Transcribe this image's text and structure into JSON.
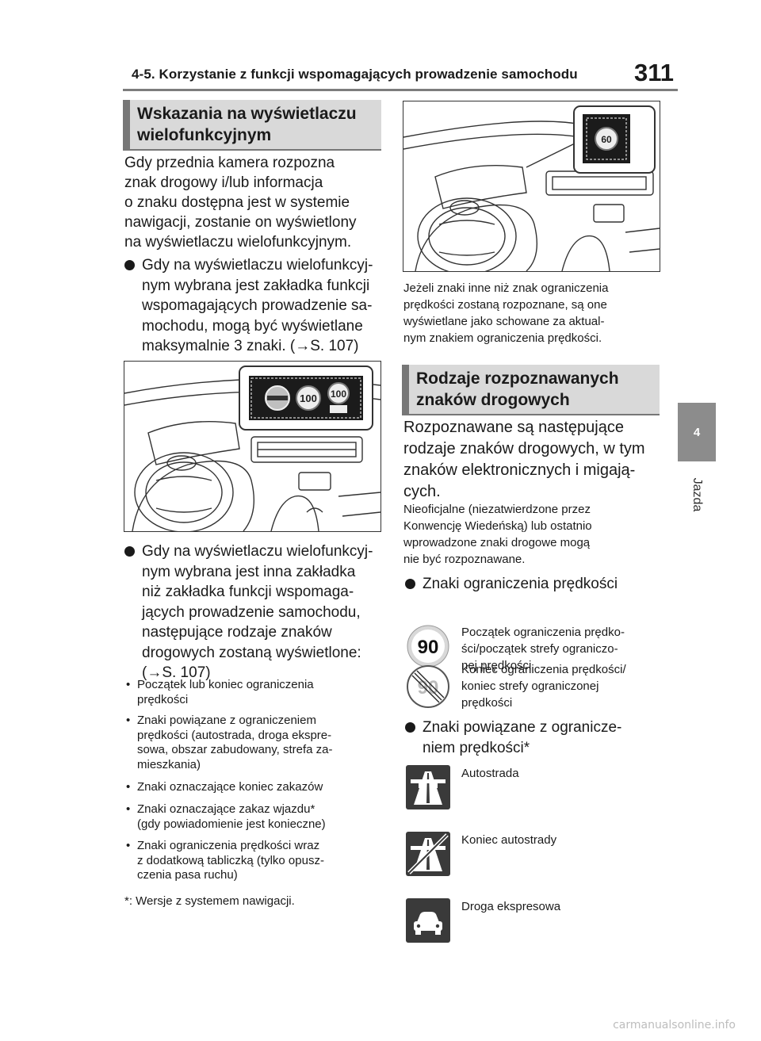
{
  "header": {
    "title": "4-5. Korzystanie z funkcji wspomagających prowadzenie samochodu",
    "page_number": "311"
  },
  "side_tab": {
    "number": "4",
    "label": "Jazda"
  },
  "left": {
    "section_title_1": "Wskazania na wyświetlaczu",
    "section_title_2": "wielofunkcyjnym",
    "intro_lines": [
      "Gdy przednia kamera rozpozna",
      "znak drogowy i/lub informacja",
      "o znaku dostępna jest w systemie",
      "nawigacji, zostanie on wyświetlony",
      "na wyświetlaczu wielofunkcyjnym."
    ],
    "bullet1_lines": [
      "Gdy na wyświetlaczu wielofunkcyj-",
      "nym wybrana jest zakładka funkcji",
      "wspomagających prowadzenie sa-",
      "mochodu, mogą być wyświetlane",
      "maksymalnie 3 znaki. (→S. 107)"
    ],
    "figure1_signs": [
      "100",
      "100"
    ],
    "bullet2_lines": [
      "Gdy na wyświetlaczu wielofunkcyj-",
      "nym wybrana jest inna zakładka",
      "niż zakładka funkcji wspomaga-",
      "jących prowadzenie samochodu,",
      "następujące rodzaje znaków",
      "drogowych zostaną wyświetlone:",
      "(→S. 107)"
    ],
    "list_items": [
      [
        "Początek lub koniec ograniczenia",
        "prędkości"
      ],
      [
        "Znaki powiązane z ograniczeniem",
        "prędkości (autostrada, droga ekspre-",
        "sowa, obszar zabudowany, strefa za-",
        "mieszkania)"
      ],
      [
        "Znaki oznaczające koniec zakazów"
      ],
      [
        "Znaki oznaczające zakaz wjazdu*",
        "(gdy powiadomienie jest konieczne)"
      ],
      [
        "Znaki ograniczenia prędkości wraz",
        "z dodatkową tabliczką (tylko opusz-",
        "czenia pasa ruchu)"
      ]
    ],
    "footnote": "*: Wersje z systemem nawigacji."
  },
  "right": {
    "figure2_sign": "60",
    "caption_lines": [
      "Jeżeli znaki inne niż znak ograniczenia",
      "prędkości zostaną rozpoznane, są one",
      "wyświetlane jako schowane za aktual-",
      "nym znakiem ograniczenia prędkości."
    ],
    "section_title_1": "Rodzaje rozpoznawanych",
    "section_title_2": "znaków drogowych",
    "intro_lines": [
      "Rozpoznawane są następujące",
      "rodzaje znaków drogowych, w tym",
      "znaków elektronicznych i migają-",
      "cych."
    ],
    "note_lines": [
      "Nieoficjalne (niezatwierdzone przez",
      "Konwencję Wiedeńską) lub ostatnio",
      "wprowadzone znaki drogowe mogą",
      "nie być rozpoznawane."
    ],
    "bullet_speed": "Znaki ograniczenia prędkości",
    "sign_speed_value": "90",
    "sign_start_lines": [
      "Początek ograniczenia prędko-",
      "ści/początek strefy ograniczo-",
      "nej prędkości"
    ],
    "sign_end_lines": [
      "Koniec ograniczenia prędkości/",
      "koniec strefy ograniczonej",
      "prędkości"
    ],
    "bullet_related_lines": [
      "Znaki powiązane z ogranicze-",
      "niem prędkości*"
    ],
    "sign_motorway": "Autostrada",
    "sign_motorway_end": "Koniec autostrady",
    "sign_expressway": "Droga ekspresowa"
  },
  "watermark": "carmanualsonline.info"
}
